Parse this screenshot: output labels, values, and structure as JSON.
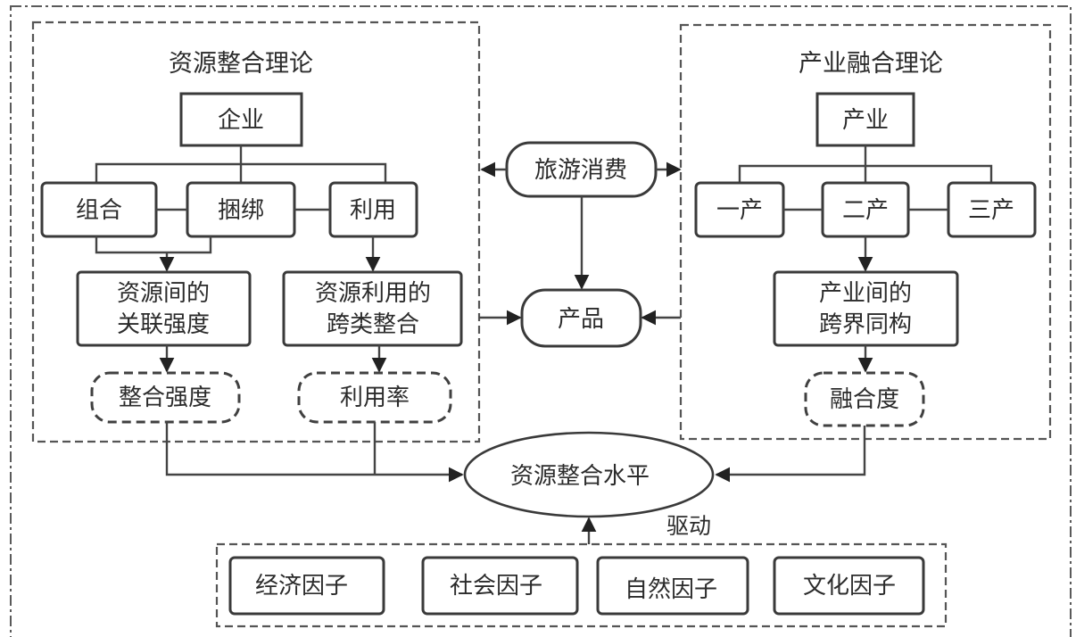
{
  "diagram": {
    "left_region": {
      "title": "资源整合理论",
      "root": "企业",
      "branches": [
        "组合",
        "捆绑",
        "利用"
      ],
      "outcomes": [
        {
          "line1": "资源间的",
          "line2": "关联强度"
        },
        {
          "line1": "资源利用的",
          "line2": "跨类整合"
        }
      ],
      "indicators": [
        "整合强度",
        "利用率"
      ]
    },
    "center": {
      "consumption": "旅游消费",
      "product": "产品",
      "level": "资源整合水平",
      "drive_label": "驱动"
    },
    "right_region": {
      "title": "产业融合理论",
      "root": "产业",
      "branches": [
        "一产",
        "二产",
        "三产"
      ],
      "outcome": {
        "line1": "产业间的",
        "line2": "跨界同构"
      },
      "indicator": "融合度"
    },
    "factors": [
      "经济因子",
      "社会因子",
      "自然因子",
      "文化因子"
    ]
  }
}
